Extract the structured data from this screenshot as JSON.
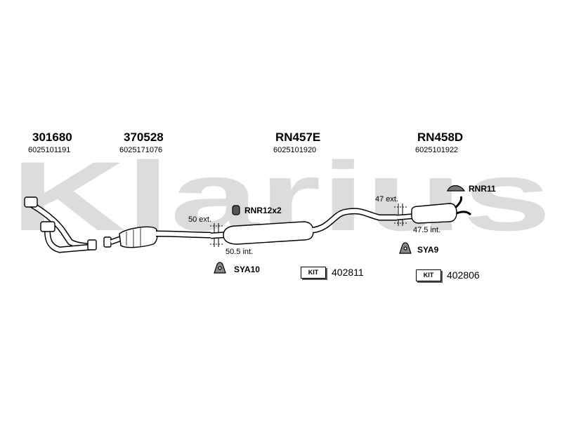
{
  "watermark": "Klarius",
  "parts": [
    {
      "number": "301680",
      "oe": "6025101191"
    },
    {
      "number": "370528",
      "oe": "6025171076"
    },
    {
      "number": "RN457E",
      "oe": "6025101920"
    },
    {
      "number": "RN458D",
      "oe": "6025101922"
    }
  ],
  "annotations": {
    "ext_50": "50 ext.",
    "int_50_5": "50.5 int.",
    "ext_47": "47 ext.",
    "int_47_5": "47.5 int."
  },
  "fittings": {
    "rnr12x2": "RNR12x2",
    "sya10": "SYA10",
    "rnr11": "RNR11",
    "sya9": "SYA9"
  },
  "kits": [
    {
      "badge": "KIT",
      "number": "402811"
    },
    {
      "badge": "KIT",
      "number": "402806"
    }
  ],
  "colors": {
    "watermark": "#d9d9d9",
    "line": "#000000"
  }
}
